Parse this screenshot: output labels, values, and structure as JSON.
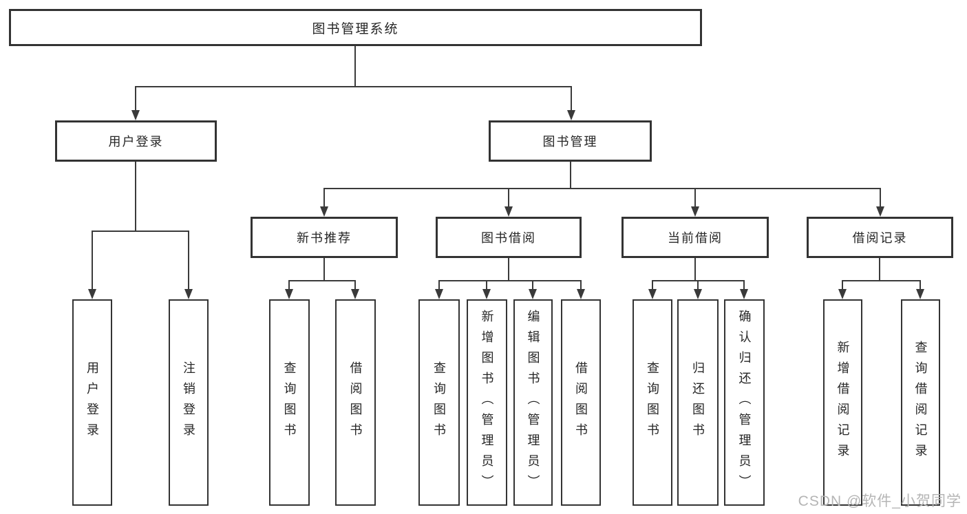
{
  "diagram": {
    "root": {
      "label": "图书管理系统"
    },
    "level2": [
      {
        "label": "用户登录"
      },
      {
        "label": "图书管理"
      }
    ],
    "level3": [
      {
        "label": "新书推荐"
      },
      {
        "label": "图书借阅"
      },
      {
        "label": "当前借阅"
      },
      {
        "label": "借阅记录"
      }
    ],
    "leaves": {
      "user_login": [
        {
          "label": "用户登录"
        },
        {
          "label": "注销登录"
        }
      ],
      "new_book_recommend": [
        {
          "label": "查询图书"
        },
        {
          "label": "借阅图书"
        }
      ],
      "book_borrow": [
        {
          "label": "查询图书"
        },
        {
          "label": "新增图书（管理员）"
        },
        {
          "label": "编辑图书（管理员）"
        },
        {
          "label": "借阅图书"
        }
      ],
      "current_borrow": [
        {
          "label": "查询图书"
        },
        {
          "label": "归还图书"
        },
        {
          "label": "确认归还（管理员）"
        }
      ],
      "borrow_records": [
        {
          "label": "新增借阅记录"
        },
        {
          "label": "查询借阅记录"
        }
      ]
    },
    "watermark": "CSDN @软件_小贺同学",
    "colors": {
      "line": "#3a3a3a",
      "border": "#333333",
      "text": "#262626",
      "watermark": "#b5b5b5",
      "background": "#ffffff"
    }
  }
}
